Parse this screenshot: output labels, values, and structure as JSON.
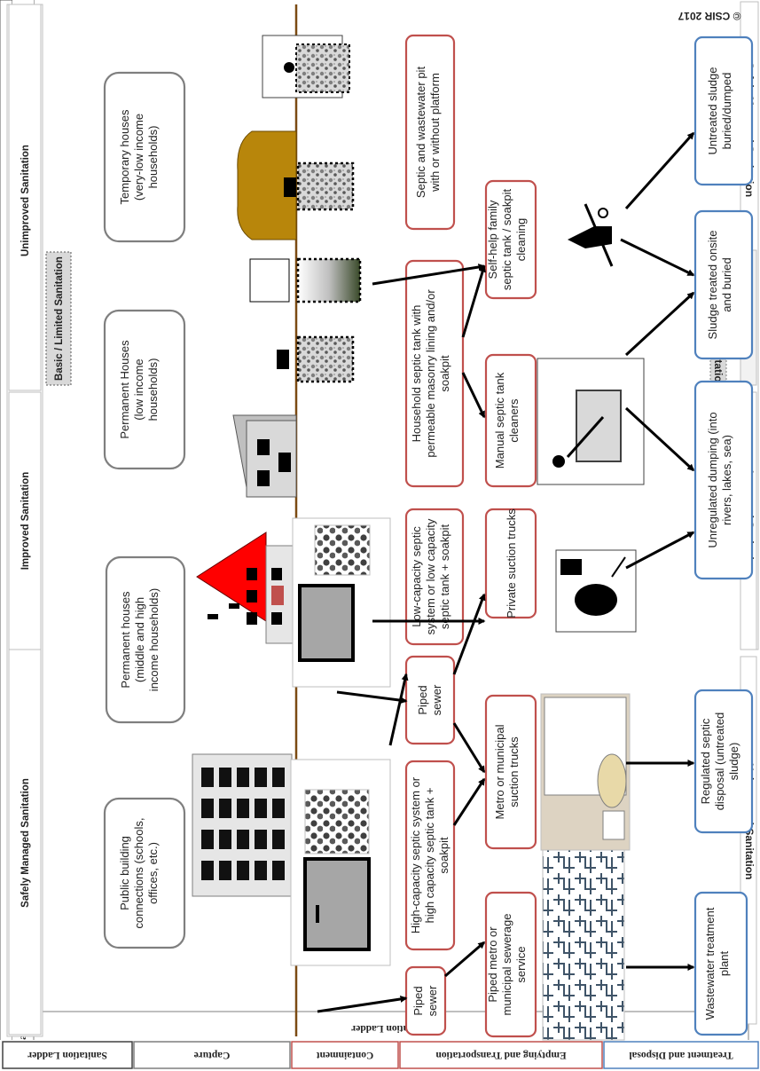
{
  "copyright": "© CSIR 2017",
  "lanes": {
    "ladder": "Sanitation Ladder",
    "capture": "Capture",
    "containment": "Containment",
    "emptying": "Emptying and Transportation",
    "treatment": "Treatment and Disposal"
  },
  "ladder": {
    "safely": "Safely Managed Sanitation",
    "improved": "Improved Sanitation",
    "basic": "Basic / Limited Sanitation",
    "unimproved": "Unimproved Sanitation"
  },
  "capture": {
    "public": [
      "Public building",
      "connections (schools,",
      "offices, etc.)"
    ],
    "permanent_mid": [
      "Permanent houses",
      "(middle and high",
      "income households)"
    ],
    "permanent_low": [
      "Permanent Houses",
      "(low income",
      "households)"
    ],
    "temporary": [
      "Temporary houses",
      "(very-low income",
      "households)"
    ]
  },
  "containment": {
    "piped_sewer_1": [
      "Piped",
      "sewer"
    ],
    "high_capacity": [
      "High-capacity septic system or",
      "high capacity septic tank +",
      "soakpit"
    ],
    "piped_sewer_2": [
      "Piped",
      "sewer"
    ],
    "low_capacity": [
      "Low-capacity septic",
      "system or low capacity",
      "septic tank + soakpit"
    ],
    "household": [
      "Household septic tank with",
      "permeable masonry lining and/or",
      "soakpit"
    ],
    "pit": [
      "Septic and wastewater pit",
      "with or without platform"
    ]
  },
  "emptying": {
    "piped_metro": [
      "Piped metro or",
      "municipal sewerage",
      "service"
    ],
    "metro_trucks": [
      "Metro or municipal",
      "suction trucks"
    ],
    "private_trucks": [
      "Private suction trucks"
    ],
    "manual": [
      "Manual septic tank",
      "cleaners"
    ],
    "self_help": [
      "Self-help family",
      "septic tank / soakpit",
      "cleaning"
    ]
  },
  "treatment": {
    "wwtp": [
      "Wastewater treatment",
      "plant"
    ],
    "regulated": [
      "Regulated septic",
      "disposal (untreated",
      "sludge)"
    ],
    "unregulated": [
      "Unregulated dumping (into",
      "rivers, lakes, sea)"
    ],
    "onsite": [
      "Sludge treated onsite",
      "and buried"
    ],
    "buried": [
      "Untreated sludge",
      "buried/dumped"
    ]
  },
  "icons": [
    "office-building-icon",
    "house-icon",
    "septic-tank-icon",
    "soakpit-icon",
    "suction-truck-icon",
    "manual-cleaner-icon",
    "wheelbarrow-icon",
    "pit-latrine-icon",
    "sewer-network-icon",
    "shack-icon"
  ],
  "colors": {
    "capture_border": "#7f7f7f",
    "containment_border": "#c0504d",
    "emptying_border": "#c0504d",
    "treatment_border": "#4f81bd",
    "ground_line": "#7b4a12",
    "roof_red": "#ff0000"
  }
}
